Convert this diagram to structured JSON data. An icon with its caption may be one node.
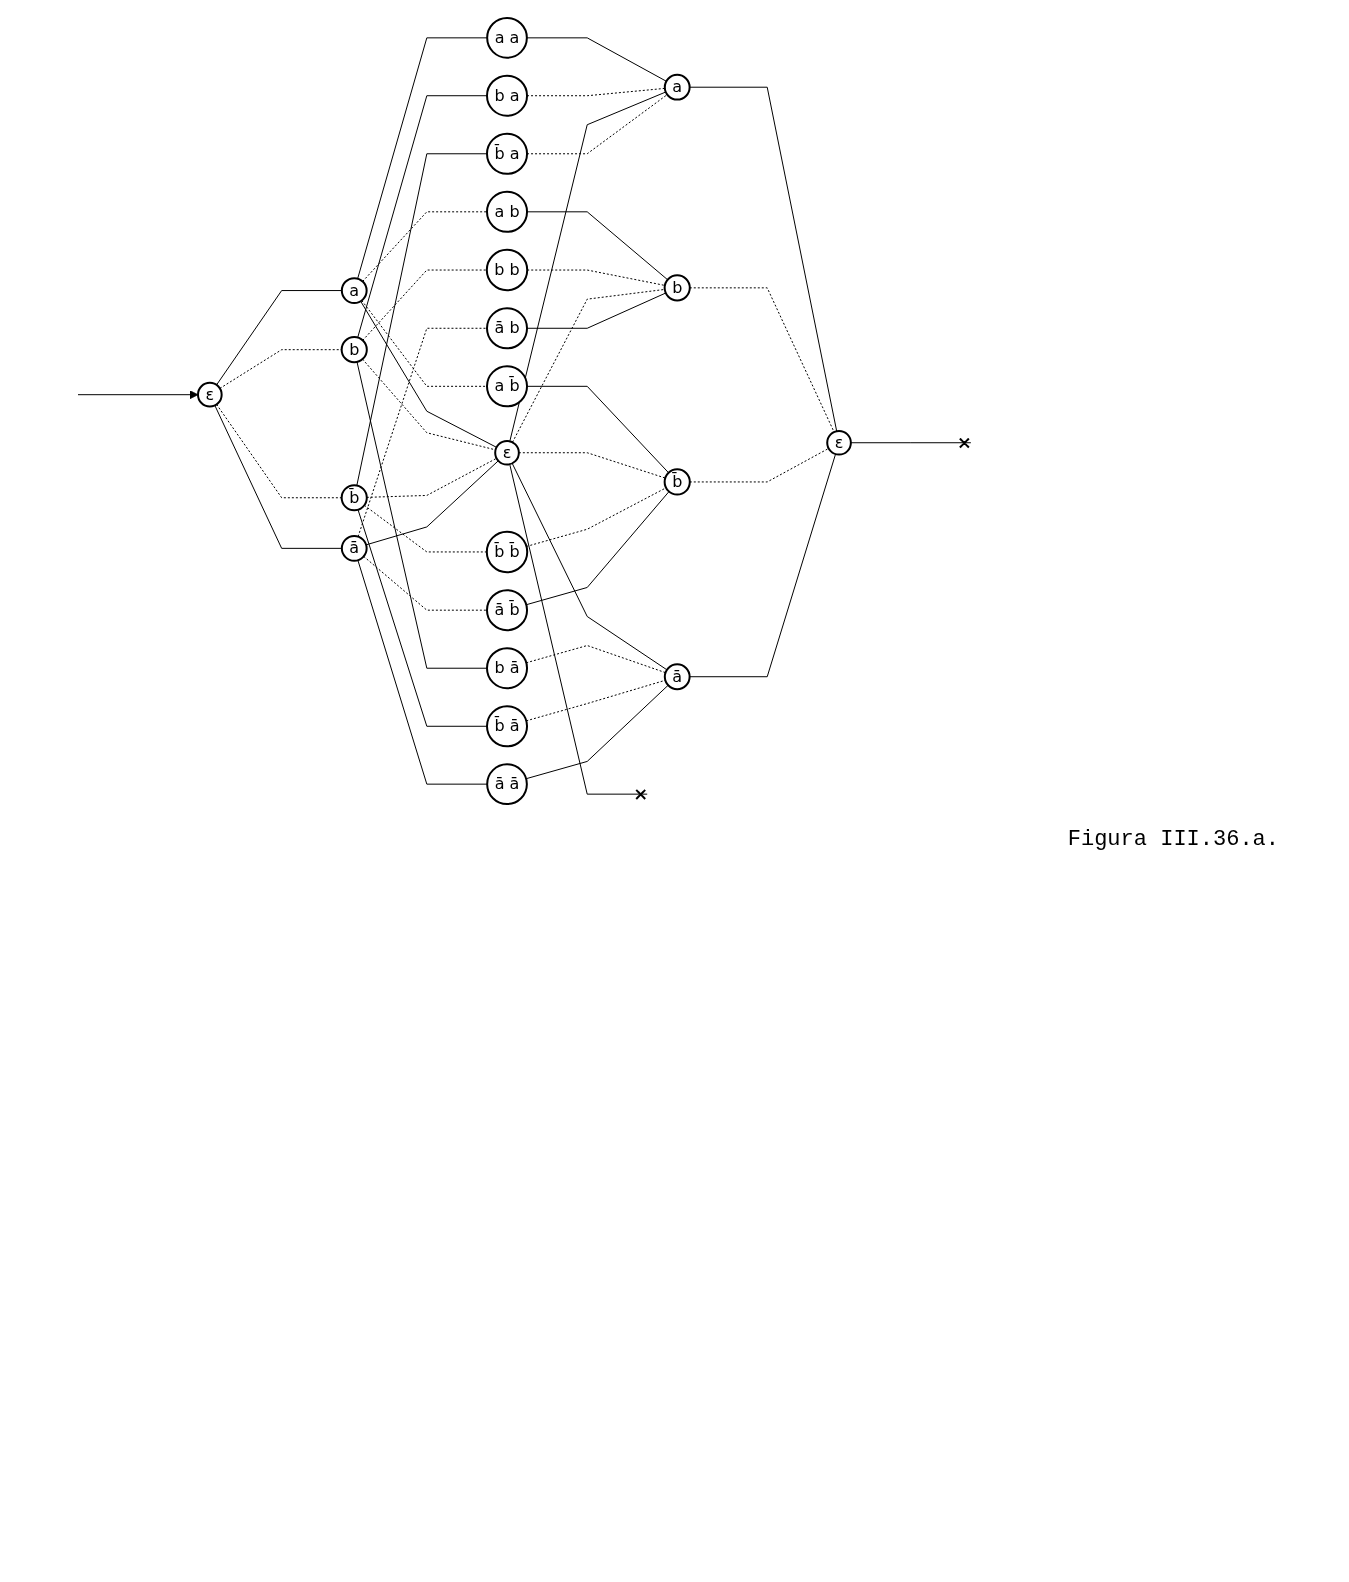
{
  "diagram": {
    "caption": "Figura III.36.a.",
    "nodes": [
      {
        "text": [
          "ε"
        ]
      },
      {
        "text": [
          "a"
        ]
      },
      {
        "text": [
          "b"
        ]
      },
      {
        "text": [
          "b̄"
        ]
      },
      {
        "text": [
          "ā"
        ]
      },
      {
        "text": [
          "a a"
        ]
      },
      {
        "text": [
          "a b"
        ]
      },
      {
        "text": [
          "b a"
        ]
      },
      {
        "text": [
          "b b"
        ]
      },
      {
        "text": [
          "a b̄"
        ]
      },
      {
        "text": [
          "b ā"
        ]
      },
      {
        "text": [
          "ε"
        ]
      },
      {
        "text": [
          "b̄ a"
        ]
      },
      {
        "text": [
          "ā b"
        ]
      },
      {
        "text": [
          "b̄ b̄"
        ]
      },
      {
        "text": [
          "b̄ ā"
        ]
      },
      {
        "text": [
          "ā b̄"
        ]
      },
      {
        "text": [
          "ā ā"
        ]
      },
      {
        "text": [
          "a"
        ]
      },
      {
        "text": [
          "b"
        ]
      },
      {
        "text": [
          "b̄"
        ]
      },
      {
        "text": [
          "ā"
        ]
      },
      {
        "text": [
          "ε"
        ]
      }
    ],
    "edges": [
      {
        "from": 0,
        "to": 1,
        "arrow": "none"
      },
      {
        "from": 0,
        "to": 2,
        "arrow": "none",
        "style": "dashed"
      },
      {
        "from": 0,
        "to": 3,
        "arrow": "none",
        "style": "dashed"
      },
      {
        "from": 0,
        "to": 4,
        "arrow": "none"
      },
      {
        "from": 1,
        "to": 5,
        "arrow": "none"
      },
      {
        "from": 1,
        "to": 6,
        "arrow": "none",
        "style": "dashed"
      },
      {
        "from": 1,
        "to": 11,
        "arrow": "none"
      },
      {
        "from": 1,
        "to": 9,
        "arrow": "none",
        "style": "dashed"
      },
      {
        "from": 2,
        "to": 7,
        "arrow": "none"
      },
      {
        "from": 2,
        "to": 8,
        "arrow": "none",
        "style": "dashed"
      },
      {
        "from": 2,
        "to": 10,
        "arrow": "none"
      },
      {
        "from": 2,
        "to": 11,
        "arrow": "none",
        "style": "dashed"
      },
      {
        "from": 3,
        "to": 11,
        "arrow": "none",
        "style": "dashed"
      },
      {
        "from": 3,
        "to": 12,
        "arrow": "none"
      },
      {
        "from": 3,
        "to": 14,
        "arrow": "none",
        "style": "dashed"
      },
      {
        "from": 3,
        "to": 15,
        "arrow": "none"
      },
      {
        "from": 4,
        "to": 11,
        "arrow": "none"
      },
      {
        "from": 4,
        "to": 13,
        "arrow": "none",
        "style": "dashed"
      },
      {
        "from": 4,
        "to": 16,
        "arrow": "none",
        "style": "dashed"
      },
      {
        "from": 4,
        "to": 17,
        "arrow": "none"
      },
      {
        "from": 5,
        "to": 18,
        "arrow": "none"
      },
      {
        "from": 7,
        "to": 18,
        "arrow": "none",
        "style": "dashed"
      },
      {
        "from": 11,
        "to": 18,
        "arrow": "none"
      },
      {
        "from": 12,
        "to": 18,
        "arrow": "none",
        "style": "dashed"
      },
      {
        "from": 6,
        "to": 19,
        "arrow": "none"
      },
      {
        "from": 8,
        "to": 19,
        "arrow": "none",
        "style": "dashed"
      },
      {
        "from": 11,
        "to": 19,
        "arrow": "none",
        "style": "dashed"
      },
      {
        "from": 13,
        "to": 19,
        "arrow": "none"
      },
      {
        "from": 9,
        "to": 20,
        "arrow": "none"
      },
      {
        "from": 11,
        "to": 20,
        "arrow": "none",
        "style": "dashed"
      },
      {
        "from": 14,
        "to": 20,
        "arrow": "none",
        "style": "dashed"
      },
      {
        "from": 16,
        "to": 20,
        "arrow": "none"
      },
      {
        "from": 11,
        "to": 21,
        "arrow": "none"
      },
      {
        "from": 10,
        "to": 21,
        "arrow": "none",
        "style": "dashed"
      },
      {
        "from": 15,
        "to": 21,
        "arrow": "none",
        "style": "dashed"
      },
      {
        "from": 17,
        "to": 21,
        "arrow": "none"
      },
      {
        "from": 18,
        "to": 22,
        "arrow": "none"
      },
      {
        "from": 19,
        "to": 22,
        "arrow": "none",
        "style": "dashed"
      },
      {
        "from": 20,
        "to": 22,
        "arrow": "none",
        "style": "dashed"
      },
      {
        "from": 21,
        "to": 22,
        "arrow": "none"
      },
      {
        "from": null,
        "to": 0,
        "arrow": "to"
      },
      {
        "from": null,
        "to": 11,
        "arrow": "other"
      },
      {
        "from": null,
        "to": 22,
        "arrow": "other"
      }
    ]
  }
}
